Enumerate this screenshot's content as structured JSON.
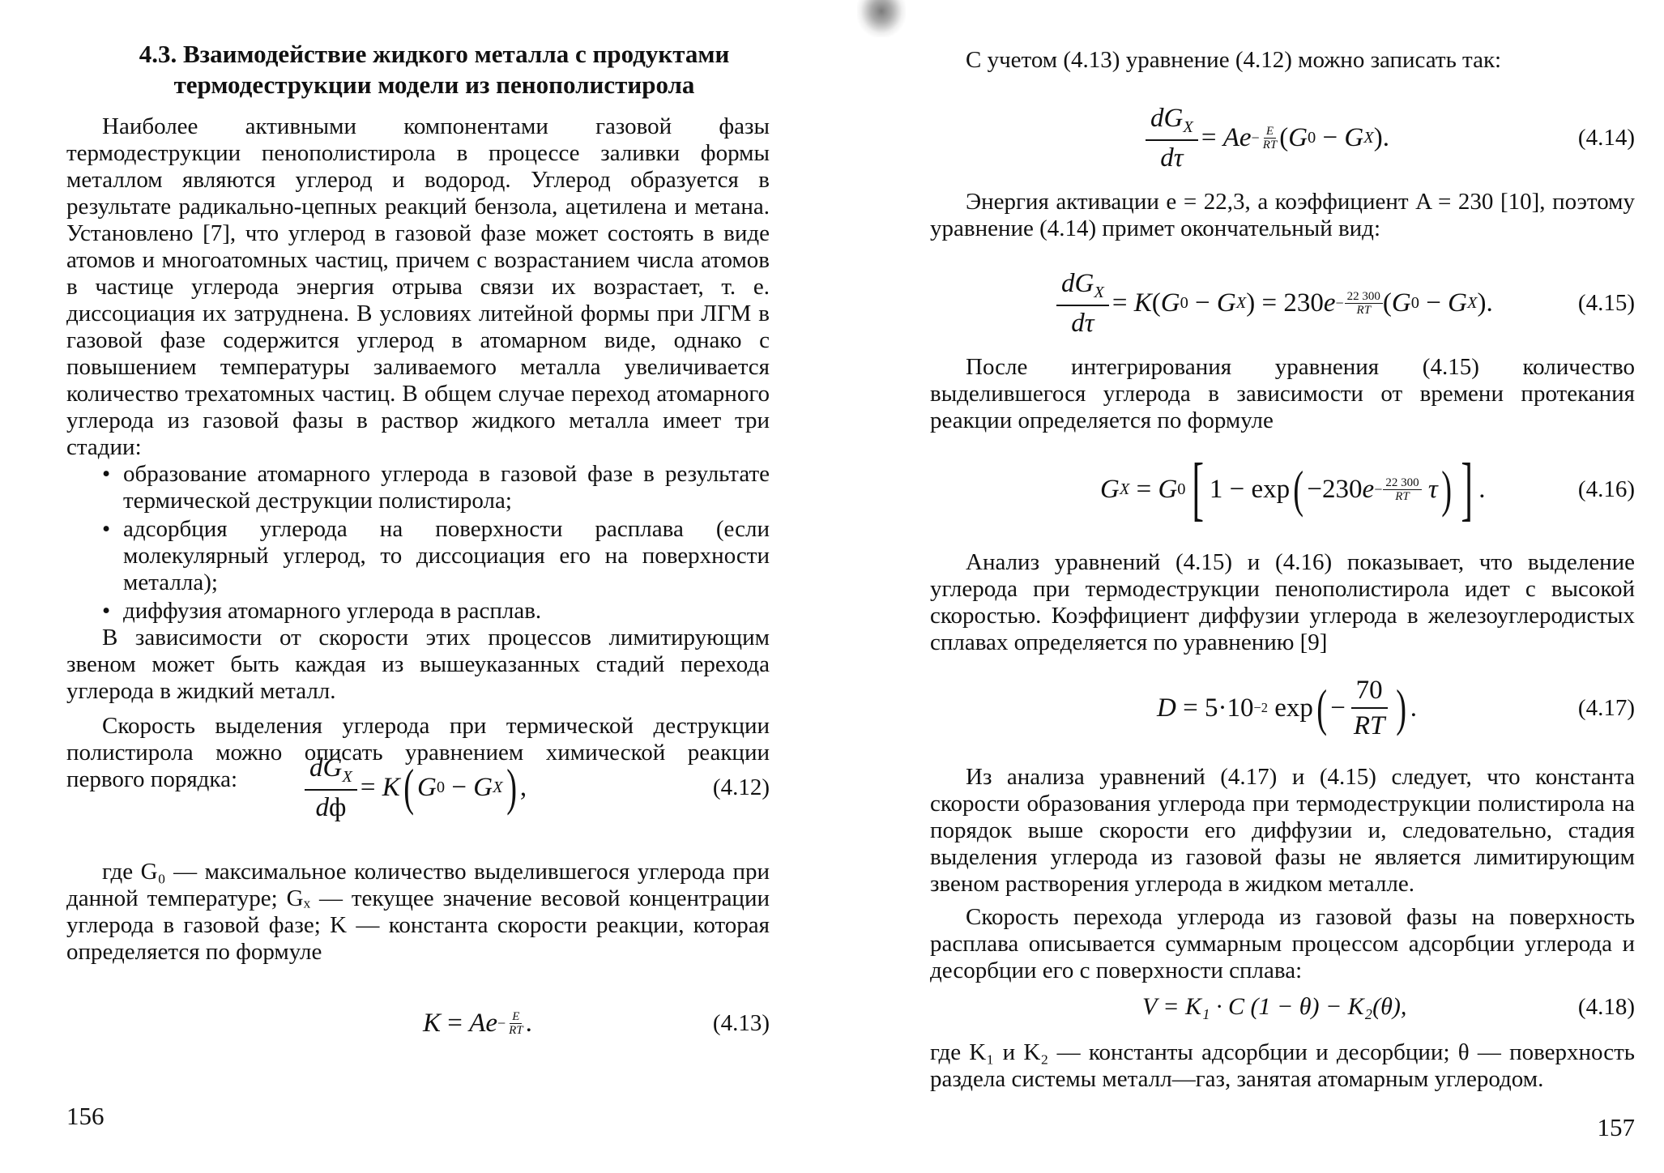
{
  "left_page": {
    "section_title": "4.3. Взаимодействие жидкого металла с продуктами термодеструкции модели из пенополистирола",
    "paragraph_1": "Наиболее активными компонентами газовой фазы термодеструкции пенополистирола в процессе заливки формы металлом являются углерод и водород. Углерод образуется в результате радикально-цепных реакций бензола, ацетилена и метана. Установлено [7], что углерод в газовой фазе может состоять в виде атомов и многоатомных частиц, причем с возрастанием числа атомов в частице углерода энергия отрыва связи их возрастает, т. е. диссоциация их затруднена. В условиях литейной формы при ЛГМ в газовой фазе содержится углерод в атомарном виде, однако с повышением температуры заливаемого металла увеличивается количество трехатомных частиц. В общем случае переход атомарного углерода из газовой фазы в раствор жидкого металла имеет три стадии:",
    "bullets": [
      "образование атомарного углерода в газовой фазе в результате термической деструкции полистирола;",
      "адсорбция углерода на поверхности расплава (если молекулярный углерод, то диссоциация его на поверхности металла);",
      "диффузия атомарного углерода в расплав."
    ],
    "paragraph_2": "В зависимости от скорости этих процессов лимитирующим звеном может быть каждая из вышеуказанных стадий перехода углерода в жидкий металл.",
    "paragraph_3": "Скорость выделения углерода при термической деструкции полистирола можно описать уравнением химической реакции первого порядка:",
    "eq_4_12_number": "(4.12)",
    "paragraph_4": "где G₀ — максимальное количество выделившегося углерода при данной температуре; Gₓ — текущее значение весовой концентрации углерода в газовой фазе; K — константа скорости реакции, которая определяется по формуле",
    "eq_4_13_number": "(4.13)",
    "page_number": "156"
  },
  "right_page": {
    "paragraph_1": "С учетом (4.13) уравнение (4.12) можно записать так:",
    "eq_4_14_number": "(4.14)",
    "paragraph_2": "Энергия активации e = 22,3, а коэффициент A = 230 [10], поэтому уравнение (4.14) примет окончательный вид:",
    "eq_4_15_number": "(4.15)",
    "paragraph_3": "После интегрирования уравнения (4.15) количество выделившегося углерода в зависимости от времени протекания реакции определяется по формуле",
    "eq_4_16_number": "(4.16)",
    "paragraph_4": "Анализ уравнений (4.15) и (4.16) показывает, что выделение углерода при термодеструкции пенополистирола идет с высокой скоростью. Коэффициент диффузии углерода в железоуглеродистых сплавах определяется по уравнению [9]",
    "eq_4_17_number": "(4.17)",
    "paragraph_5": "Из анализа уравнений (4.17) и (4.15) следует, что константа скорости образования углерода при термодеструкции полистирола на порядок выше скорости его диффузии и, следовательно, стадия выделения углерода из газовой фазы не является лимитирующим звеном растворения углерода в жидком металле.",
    "paragraph_6": "Скорость перехода углерода из газовой фазы на поверхность расплава описывается суммарным процессом адсорбции углерода и десорбции его с поверхности сплава:",
    "eq_4_18_number": "(4.18)",
    "paragraph_7": "где K₁ и K₂ — константы адсорбции и десорбции; θ — поверхность раздела системы металл—газ, занятая атомарным углеродом.",
    "page_number": "157"
  },
  "math": {
    "d": "d",
    "G": "G",
    "X": "X",
    "zero": "0",
    "K": "K",
    "A": "A",
    "e": "e",
    "E": "E",
    "RT": "RT",
    "phi": "ф",
    "tau": "τ",
    "eq": "=",
    "minus": "−",
    "lparen": "(",
    "rparen": ")",
    "lbracket": "[",
    "rbracket": "]",
    "comma": ",",
    "period": ".",
    "coef_230": "230",
    "neg_230": "−230",
    "energy_22300": "22 300",
    "one_minus_exp": "1 − exp",
    "D": "D",
    "five_times_ten": "5·10",
    "exp_neg2": "−2",
    "exp": "exp",
    "seventy": "70",
    "eq_4_18_text": "V = K₁ · C (1 − θ) − K₂(θ),"
  }
}
